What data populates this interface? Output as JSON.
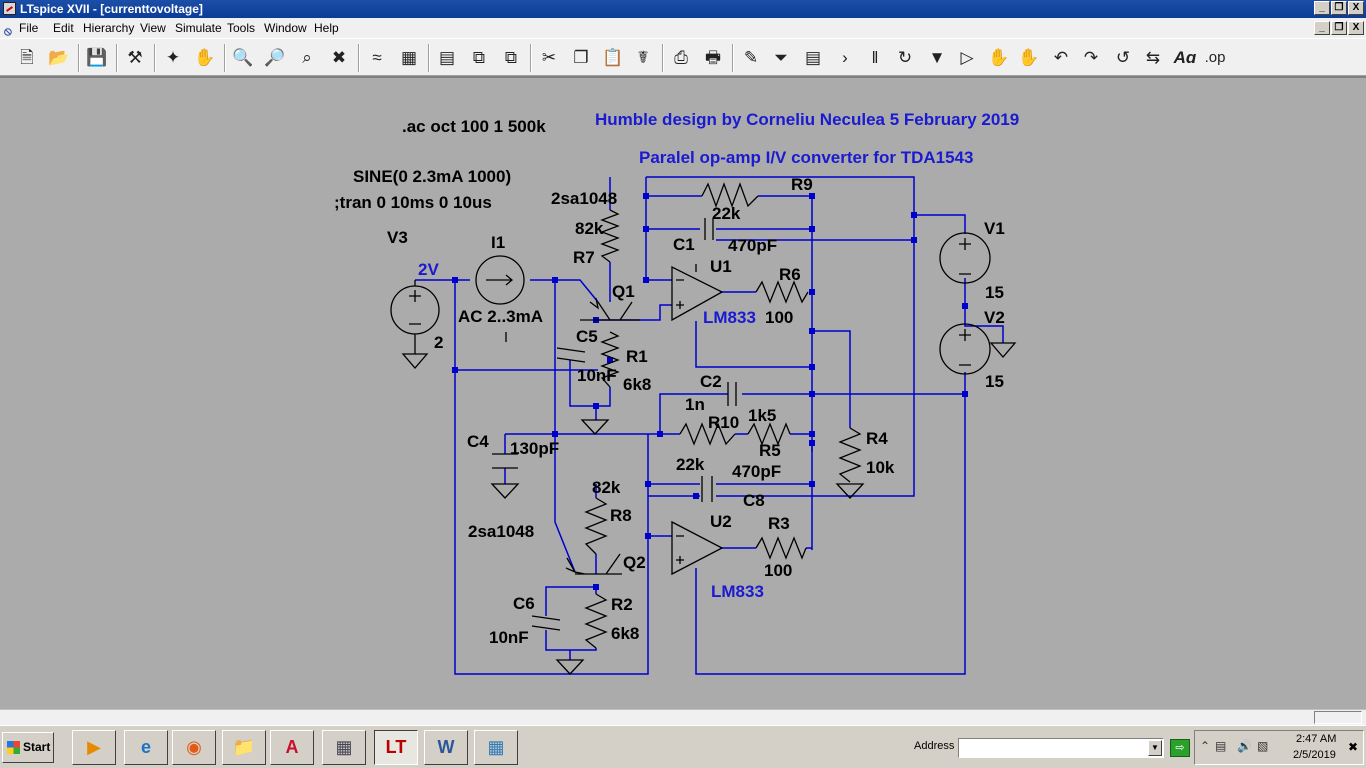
{
  "window": {
    "title": "LTspice XVII - [currenttovoltage]",
    "controls": [
      "_",
      "❐",
      "X"
    ]
  },
  "menu": {
    "items": [
      "File",
      "Edit",
      "Hierarchy",
      "View",
      "Simulate",
      "Tools",
      "Window",
      "Help"
    ]
  },
  "toolbar": {
    "icons": [
      "new-schematic-icon",
      "open-icon",
      "save-icon",
      "control-panel-icon",
      "run-icon",
      "halt-icon",
      "zoom-in-icon",
      "zoom-out-icon",
      "zoom-fit-icon",
      "zoom-cancel-icon",
      "waveform-icon",
      "tile-icon",
      "cascade-icon",
      "close-window-icon",
      "tile-vertical-icon",
      "cut-icon",
      "copy-icon",
      "paste-icon",
      "find-icon",
      "print-setup-icon",
      "print-icon",
      "draw-wire-icon",
      "ground-icon",
      "label-net-icon",
      "resistor-icon",
      "capacitor-icon",
      "inductor-icon",
      "diode-icon",
      "component-icon",
      "move-icon",
      "drag-icon",
      "undo-icon",
      "redo-icon",
      "rotate-icon",
      "mirror-icon",
      "text-icon",
      "spice-directive-icon"
    ],
    "text_buttons": {
      "text": "Aɑ",
      "directive": ".op"
    }
  },
  "schematic": {
    "directives": {
      "ac": ".ac oct 100 1 500k",
      "sine": "SINE(0 2.3mA 1000)",
      "tran": ";tran 0 10ms 0 10us"
    },
    "comments": {
      "credit": "Humble design by Corneliu Neculea 5 February 2019",
      "description": "Paralel op-amp I/V converter  for TDA1543"
    },
    "components": {
      "v3": {
        "name": "V3",
        "value": "2",
        "net": "2V"
      },
      "i1": {
        "name": "I1",
        "value": "AC 2..3mA"
      },
      "q1": {
        "name": "Q1",
        "model": "2sa1048"
      },
      "q2": {
        "name": "Q2",
        "model": "2sa1048"
      },
      "r7": {
        "name": "R7",
        "value": "82k"
      },
      "r8": {
        "name": "R8",
        "value": "82k"
      },
      "r9": {
        "name": "R9",
        "value": "22k"
      },
      "r10": {
        "name": "R10",
        "value": "22k"
      },
      "r6": {
        "name": "R6",
        "value": "100"
      },
      "r3": {
        "name": "R3",
        "value": "100"
      },
      "r1": {
        "name": "R1",
        "value": "6k8"
      },
      "r2": {
        "name": "R2",
        "value": "6k8"
      },
      "r4": {
        "name": "R4",
        "value": "10k"
      },
      "r5": {
        "name": "R5",
        "value": "1k5"
      },
      "c1": {
        "name": "C1",
        "value": "470pF"
      },
      "c8": {
        "name": "C8",
        "value": "470pF"
      },
      "c2": {
        "name": "C2",
        "value": "1n"
      },
      "c4": {
        "name": "C4",
        "value": "130pF"
      },
      "c5": {
        "name": "C5",
        "value": "10nF"
      },
      "c6": {
        "name": "C6",
        "value": "10nF"
      },
      "u1": {
        "name": "U1",
        "model": "LM833"
      },
      "u2": {
        "name": "U2",
        "model": "LM833"
      },
      "v1": {
        "name": "V1",
        "value": "15"
      },
      "v2": {
        "name": "V2",
        "value": "15"
      }
    }
  },
  "taskbar": {
    "start_label": "Start",
    "tasks": [
      "media-player-icon",
      "internet-explorer-icon",
      "firefox-icon",
      "file-explorer-icon",
      "acrobat-icon",
      "calculator-icon",
      "ltspice-icon",
      "word-icon",
      "photos-icon"
    ],
    "address_label": "Address",
    "address_value": "",
    "clock_time": "2:47 AM",
    "clock_date": "2/5/2019"
  },
  "colors": {
    "schematic_background": "#ababab",
    "wire": "#0000cc",
    "component": "#000000",
    "label_blue": "#1a1ad0"
  }
}
